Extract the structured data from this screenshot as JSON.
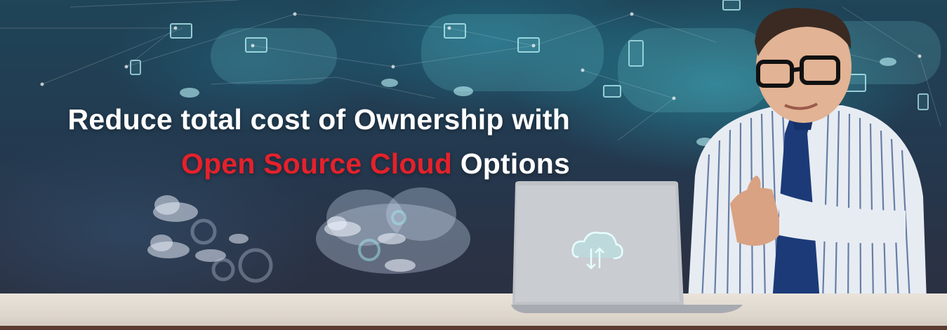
{
  "headline": {
    "line1": "Reduce total cost of Ownership with",
    "line2_accent": "Open Source Cloud",
    "line2_rest": "Options"
  },
  "colors": {
    "accent_red": "#e5212b",
    "text_white": "#ffffff",
    "background": "#23394f"
  },
  "icons": [
    "cloud-icon",
    "gear-icon",
    "laptop-icon",
    "monitor-icon",
    "server-icon",
    "cloud-sync-icon"
  ]
}
